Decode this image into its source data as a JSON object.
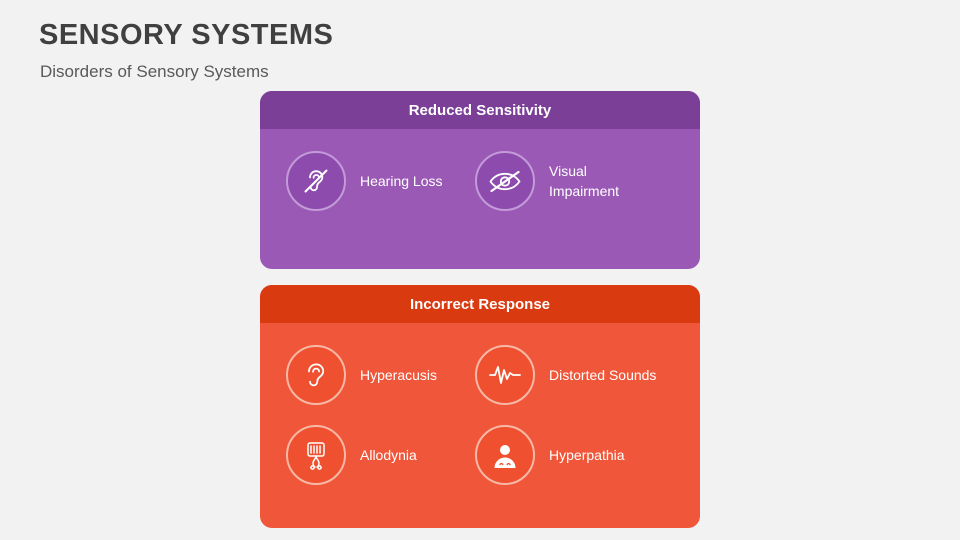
{
  "header": {
    "title": "SENSORY SYSTEMS",
    "subtitle": "Disorders of Sensory Systems"
  },
  "colors": {
    "background": "#f2f2f2",
    "title_text": "#404040",
    "subtitle_text": "#595959",
    "purple_body": "#9B59B6",
    "purple_header": "#7B3F98",
    "orange_body": "#F0573A",
    "orange_header": "#D93A10"
  },
  "cards": [
    {
      "id": "reduced-sensitivity",
      "header": "Reduced Sensitivity",
      "items": [
        {
          "label": "Hearing Loss",
          "icon": "ear-crossed-icon"
        },
        {
          "label": "Visual Impairment",
          "icon": "eye-crossed-icon"
        }
      ]
    },
    {
      "id": "incorrect-response",
      "header": "Incorrect Response",
      "items": [
        {
          "label": "Hyperacusis",
          "icon": "ear-icon"
        },
        {
          "label": "Distorted Sounds",
          "icon": "waveform-icon"
        },
        {
          "label": "Allodynia",
          "icon": "nerve-skin-icon"
        },
        {
          "label": "Hyperpathia",
          "icon": "person-pain-icon"
        }
      ]
    }
  ]
}
